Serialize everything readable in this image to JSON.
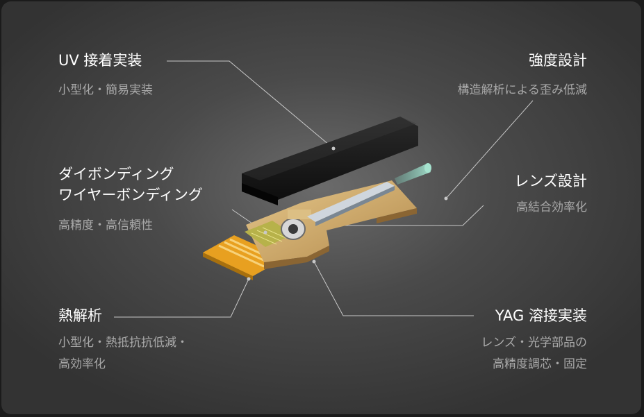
{
  "callouts": {
    "uv": {
      "title": "UV 接着実装",
      "desc": "小型化・簡易実装"
    },
    "strength": {
      "title": "強度設計",
      "desc": "構造解析による歪み低減"
    },
    "bonding": {
      "title_line1": "ダイボンディング",
      "title_line2": "ワイヤーボンディング",
      "desc": "高精度・高信頼性"
    },
    "lens": {
      "title": "レンズ設計",
      "desc": "高結合効率化"
    },
    "thermal": {
      "title": "熱解析",
      "desc_line1": "小型化・熱抵抗抗低減・",
      "desc_line2": "高効率化"
    },
    "yag": {
      "title": "YAG 溶接実装",
      "desc_line1": "レンズ・光学部品の",
      "desc_line2": "高精度調芯・固定"
    }
  },
  "colors": {
    "panel": "#4a4a4a",
    "title_text": "#ffffff",
    "desc_text": "#a9a9a9",
    "leader_line": "#c8c8c8",
    "lid": "#161616",
    "substrate": "#c9a66b",
    "flex_cable": "#e8a020",
    "beam": "#8fd3c0"
  }
}
